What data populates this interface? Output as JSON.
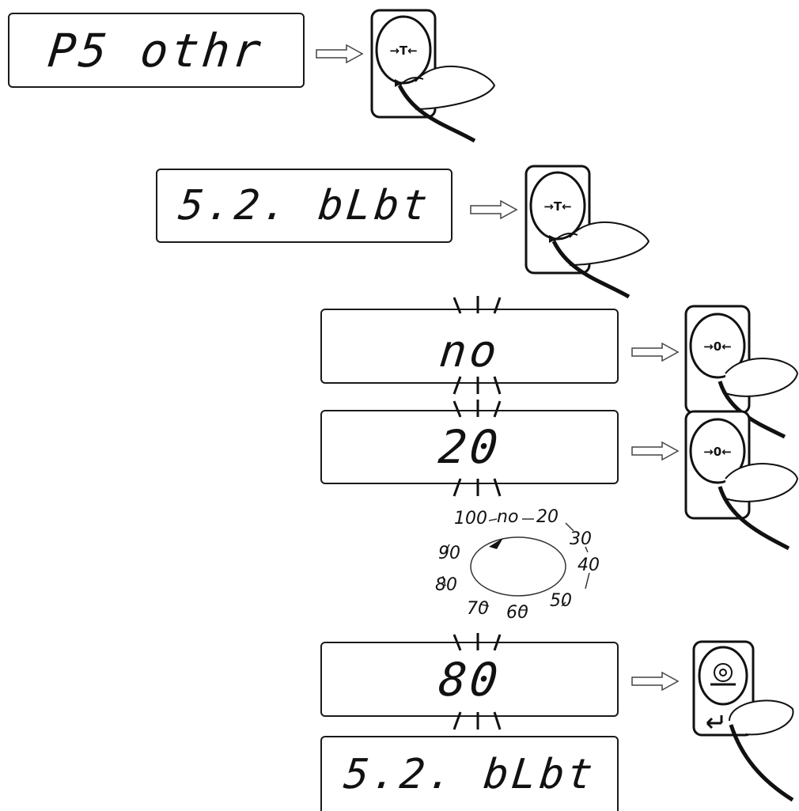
{
  "steps": [
    {
      "display": "P5 othr",
      "key": "tare-key",
      "key_symbol": "→T←"
    },
    {
      "display": "5.2. bLbt",
      "key": "tare-key",
      "key_symbol": "→T←"
    },
    {
      "display": "no",
      "key": "zero-key",
      "key_symbol": "→0←",
      "blinking": true
    },
    {
      "display": "20",
      "key": "zero-key",
      "key_symbol": "→0←",
      "blinking": true
    },
    {
      "display": "80",
      "key": "print-enter-key",
      "blinking": true
    },
    {
      "display": "5.2. bLbt"
    }
  ],
  "cycle": {
    "values": [
      "no",
      "20",
      "30",
      "40",
      "50",
      "60",
      "70",
      "80",
      "90",
      "100"
    ]
  }
}
